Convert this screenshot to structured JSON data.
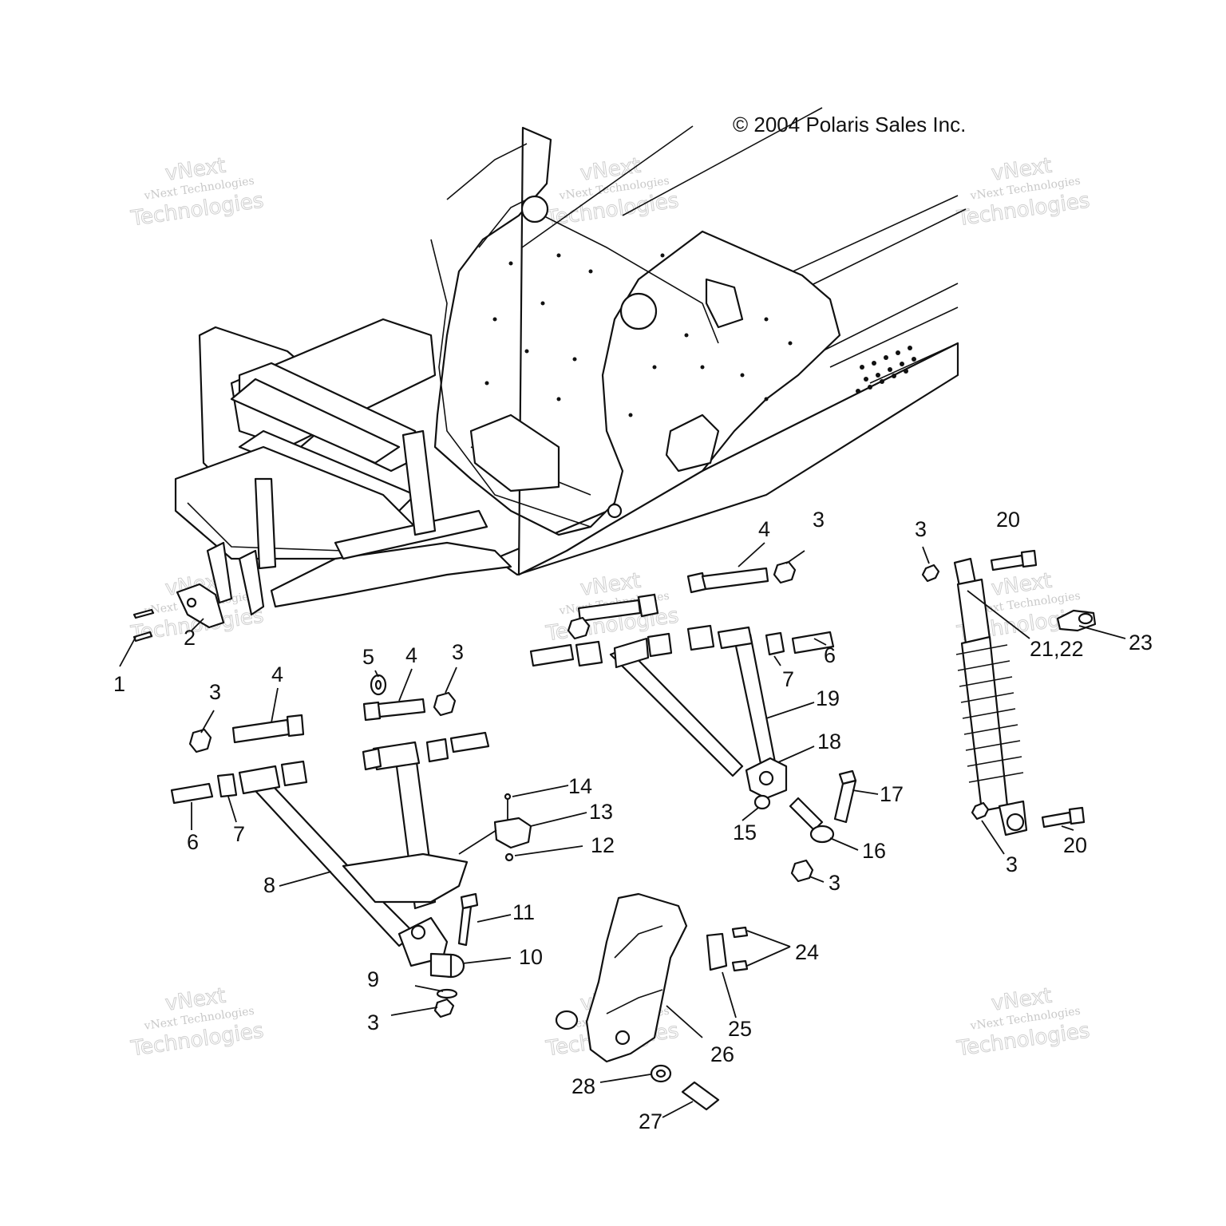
{
  "copyright": "© 2004 Polaris Sales Inc.",
  "watermark": {
    "line1": "vNext Technologies",
    "line2": "vNext",
    "line3": "Technologies"
  },
  "callouts": [
    {
      "id": "c1",
      "text": "1"
    },
    {
      "id": "c2",
      "text": "2"
    },
    {
      "id": "c3a",
      "text": "3"
    },
    {
      "id": "c3b",
      "text": "3"
    },
    {
      "id": "c3c",
      "text": "3"
    },
    {
      "id": "c3d",
      "text": "3"
    },
    {
      "id": "c3e",
      "text": "3"
    },
    {
      "id": "c3f",
      "text": "3"
    },
    {
      "id": "c3g",
      "text": "3"
    },
    {
      "id": "c3h",
      "text": "3"
    },
    {
      "id": "c4a",
      "text": "4"
    },
    {
      "id": "c4b",
      "text": "4"
    },
    {
      "id": "c4c",
      "text": "4"
    },
    {
      "id": "c5",
      "text": "5"
    },
    {
      "id": "c6a",
      "text": "6"
    },
    {
      "id": "c6b",
      "text": "6"
    },
    {
      "id": "c7a",
      "text": "7"
    },
    {
      "id": "c7b",
      "text": "7"
    },
    {
      "id": "c8",
      "text": "8"
    },
    {
      "id": "c9",
      "text": "9"
    },
    {
      "id": "c10",
      "text": "10"
    },
    {
      "id": "c11",
      "text": "11"
    },
    {
      "id": "c12",
      "text": "12"
    },
    {
      "id": "c13",
      "text": "13"
    },
    {
      "id": "c14",
      "text": "14"
    },
    {
      "id": "c15",
      "text": "15"
    },
    {
      "id": "c16",
      "text": "16"
    },
    {
      "id": "c17",
      "text": "17"
    },
    {
      "id": "c18",
      "text": "18"
    },
    {
      "id": "c19",
      "text": "19"
    },
    {
      "id": "c20a",
      "text": "20"
    },
    {
      "id": "c20b",
      "text": "20"
    },
    {
      "id": "c2122",
      "text": "21,22"
    },
    {
      "id": "c23",
      "text": "23"
    },
    {
      "id": "c24",
      "text": "24"
    },
    {
      "id": "c25",
      "text": "25"
    },
    {
      "id": "c26",
      "text": "26"
    },
    {
      "id": "c27",
      "text": "27"
    },
    {
      "id": "c28",
      "text": "28"
    }
  ]
}
